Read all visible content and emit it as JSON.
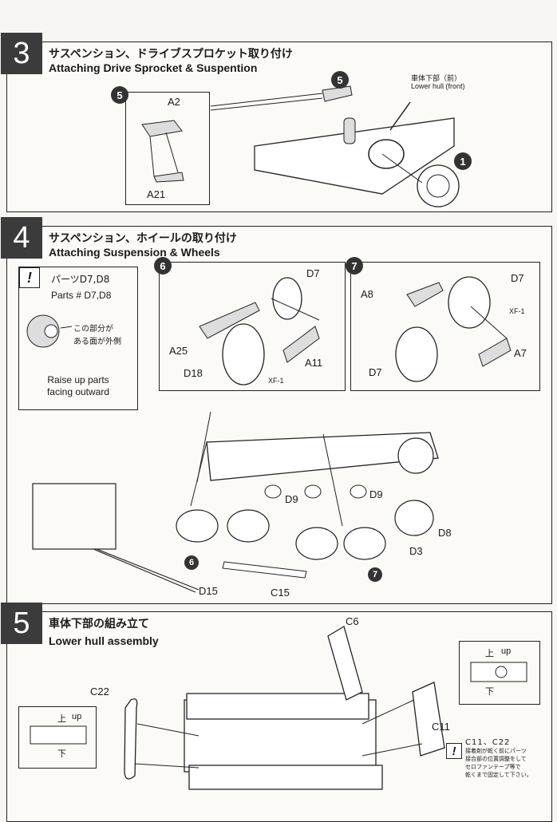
{
  "page": {
    "steps": [
      {
        "number": "3",
        "title_jp": "サスペンション、ドライブスプロケット取り付け",
        "title_en": "Attaching Drive Sprocket & Suspention",
        "sub_badges": [
          "5",
          "5",
          "1"
        ],
        "labels": {
          "hull_jp": "車体下部（前）",
          "hull_en": "Lower hull (front)",
          "part_a2": "A2",
          "part_a21": "A21"
        }
      },
      {
        "number": "4",
        "title_jp": "サスペンション、ホイールの取り付け",
        "title_en": "Attaching Suspension & Wheels",
        "note": {
          "icon": "!",
          "parts_jp": "パーツD7,D8",
          "parts_en": "Parts #  D7,D8",
          "callout_jp_1": "この部分が",
          "callout_jp_2": "ある面が外側",
          "instruction_line1": "Raise up parts",
          "instruction_line2": "facing outward"
        },
        "sub_step_6": {
          "badge": "6",
          "labels": {
            "d7": "D7",
            "a25": "A25",
            "d18": "D18",
            "a11": "A11",
            "paint": "XF-1"
          }
        },
        "sub_step_7": {
          "badge": "7",
          "labels": {
            "d7_top": "D7",
            "a8": "A8",
            "d7_bottom": "D7",
            "a7": "A7",
            "paint": "XF-1"
          }
        },
        "main_labels": {
          "d9_a": "D9",
          "d9_b": "D9",
          "d8": "D8",
          "d3": "D3",
          "d15": "D15",
          "c15": "C15",
          "badge_6": "6",
          "badge_7": "7"
        }
      },
      {
        "number": "5",
        "title_jp": "車体下部の組み立て",
        "title_en": "Lower hull assembly",
        "labels": {
          "c6": "C6",
          "c22": "C22",
          "c11": "C11"
        },
        "detail_left": {
          "up_jp": "上",
          "up_en": "up",
          "down_jp": "下"
        },
        "detail_right": {
          "up_jp": "上",
          "up_en": "up",
          "down_jp": "下"
        },
        "warning": {
          "icon": "!",
          "parts": "C11、C22",
          "line1": "接着剤が乾く前にパーツ",
          "line2": "接合部の位置調整をして",
          "line3": "セロファンテープ等で",
          "line4": "乾くまで固定して下さい。"
        }
      }
    ]
  }
}
